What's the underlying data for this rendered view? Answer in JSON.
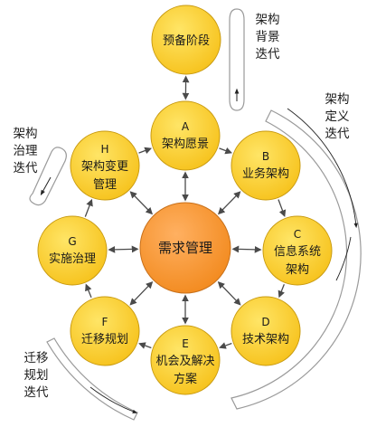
{
  "center": {
    "label": "需求管理"
  },
  "prelim": {
    "label": "预备阶段"
  },
  "phases": [
    {
      "letter": "A",
      "label_lines": [
        "架构愿景"
      ]
    },
    {
      "letter": "B",
      "label_lines": [
        "业务架构"
      ]
    },
    {
      "letter": "C",
      "label_lines": [
        "信息系统",
        "架构"
      ]
    },
    {
      "letter": "D",
      "label_lines": [
        "技术架构"
      ]
    },
    {
      "letter": "E",
      "label_lines": [
        "机会及解决",
        "方案"
      ]
    },
    {
      "letter": "F",
      "label_lines": [
        "迁移规划"
      ]
    },
    {
      "letter": "G",
      "label_lines": [
        "实施治理"
      ]
    },
    {
      "letter": "H",
      "label_lines": [
        "架构变更",
        "管理"
      ]
    }
  ],
  "iterations": [
    {
      "id": "context",
      "lines": [
        "架构",
        "背景",
        "迭代"
      ]
    },
    {
      "id": "definition",
      "lines": [
        "架构",
        "定义",
        "迭代"
      ]
    },
    {
      "id": "governance",
      "lines": [
        "架构",
        "治理",
        "迭代"
      ]
    },
    {
      "id": "transition",
      "lines": [
        "迁移",
        "规划",
        "迭代"
      ]
    }
  ],
  "colors": {
    "node_fill_light": "#ffe566",
    "node_fill": "#f6c21c",
    "node_stroke": "#c89a10",
    "center_fill_light": "#ffb061",
    "center_fill": "#f28a1e",
    "center_stroke": "#c8701a",
    "arrow": "#4a4a4a",
    "iteration_band": "#9a9a9a"
  }
}
